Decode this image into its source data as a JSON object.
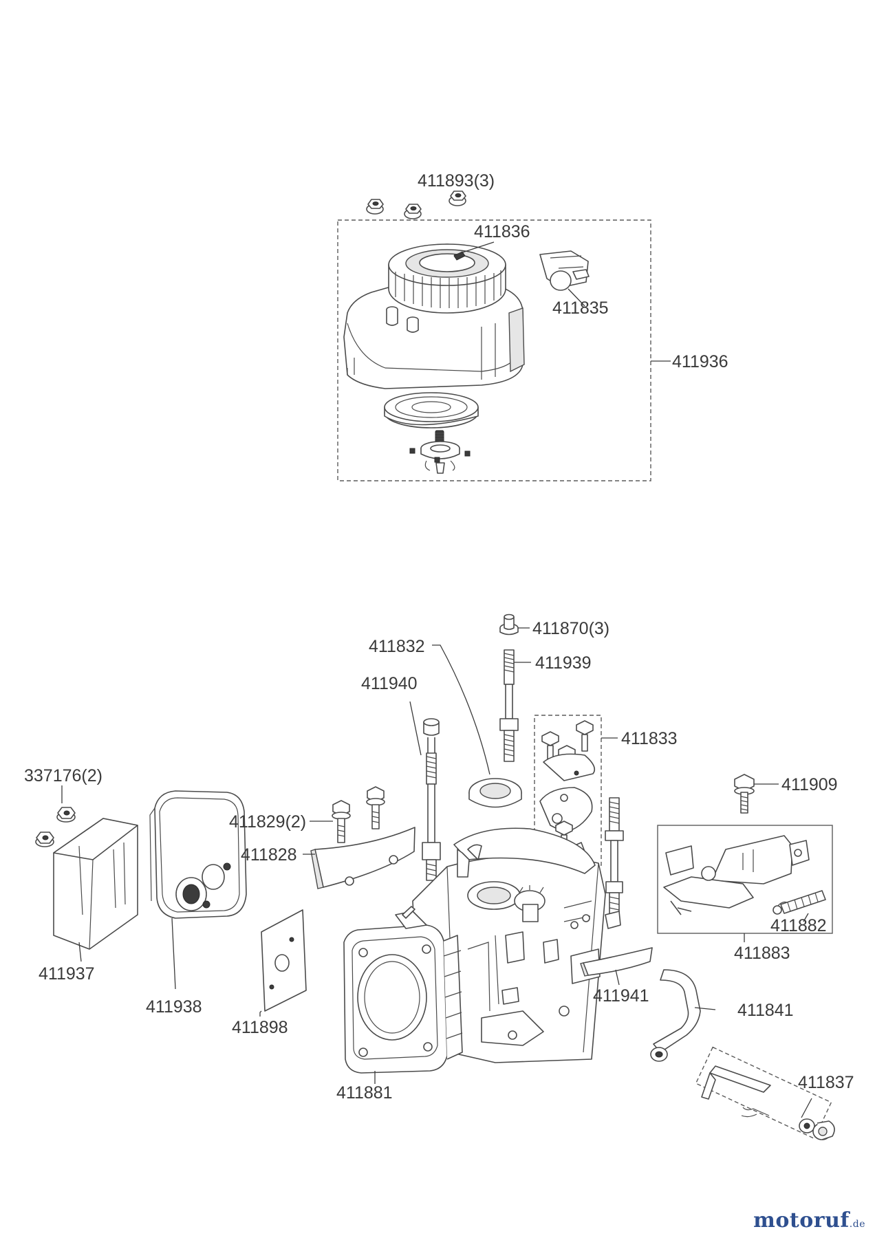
{
  "labels": {
    "p411893": "411893(3)",
    "p411836": "411836",
    "p411835": "411835",
    "p411936": "411936",
    "p411870": "411870(3)",
    "p411832": "411832",
    "p411939": "411939",
    "p411940": "411940",
    "p411833": "411833",
    "p337176": "337176(2)",
    "p411909": "411909",
    "p411829": "411829(2)",
    "p411828": "411828",
    "p411882": "411882",
    "p411883": "411883",
    "p411937": "411937",
    "p411938": "411938",
    "p411941": "411941",
    "p411841": "411841",
    "p411898": "411898",
    "p411837": "411837",
    "p411881": "411881"
  },
  "logo": {
    "main": "motoruf",
    "tld": ".de"
  }
}
